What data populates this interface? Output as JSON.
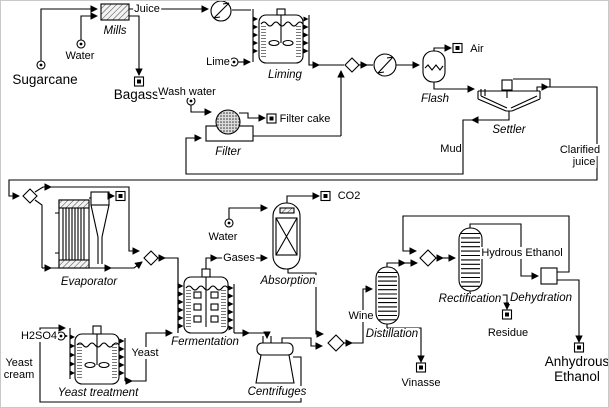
{
  "figure": {
    "type": "process-flow-diagram",
    "subject": "Sugarcane ethanol production flowsheet"
  },
  "labels": {
    "equipment": {
      "mills": "Mills",
      "liming": "Liming",
      "filter": "Filter",
      "flash": "Flash",
      "settler": "Settler",
      "evaporator": "Evaporator",
      "absorption": "Absorption",
      "fermentation": "Fermentation",
      "yeast_treatment": "Yeast treatment",
      "centrifuges": "Centrifuges",
      "distillation": "Distillation",
      "rectification": "Rectification",
      "dehydration": "Dehydration"
    },
    "streams": {
      "sugarcane": "Sugarcane",
      "water_mills": "Water",
      "juice": "Juice",
      "bagasse": "Bagasse",
      "lime": "Lime",
      "wash_water": "Wash water",
      "filter_cake": "Filter cake",
      "air": "Air",
      "clarified_line1": "Clarified",
      "clarified_line2": "juice",
      "mud": "Mud",
      "water_absorption": "Water",
      "gases": "Gases",
      "co2": "CO2",
      "wine": "Wine",
      "vinasse": "Vinasse",
      "hydrous_ethanol": "Hydrous Ethanol",
      "residue": "Residue",
      "anhydrous_line1": "Anhydrous",
      "anhydrous_line2": "Ethanol",
      "yeast_cream_line1": "Yeast",
      "yeast_cream_line2": "cream",
      "h2so4": "H2SO4",
      "yeast": "Yeast"
    }
  },
  "colors": {
    "line": "#000000",
    "background": "#ffffff",
    "border": "#c9c9c9"
  }
}
